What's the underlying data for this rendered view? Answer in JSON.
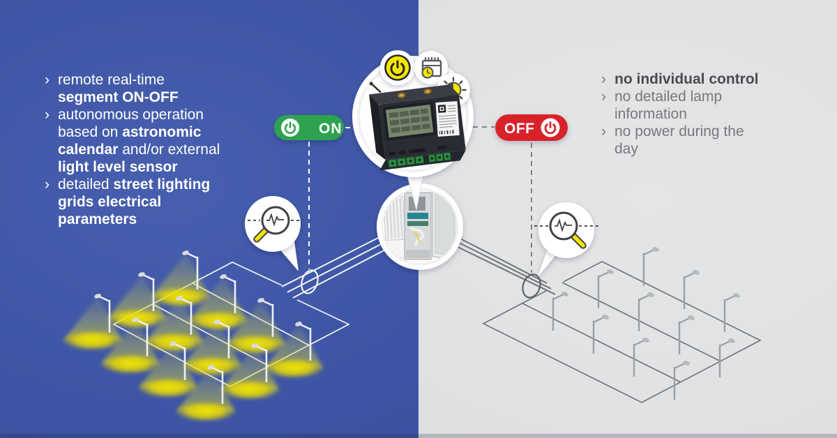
{
  "left_panel": {
    "bullet_char": "›",
    "bullets": [
      {
        "lines": [
          [
            {
              "text": "remote real-time"
            }
          ],
          [
            {
              "text": "segment ON-OFF",
              "bold": true
            }
          ]
        ]
      },
      {
        "lines": [
          [
            {
              "text": "autonomous operation"
            }
          ],
          [
            {
              "text": "based on "
            },
            {
              "text": "astronomic",
              "bold": true
            }
          ],
          [
            {
              "text": "calendar",
              "bold": true
            },
            {
              "text": " and/or external"
            }
          ],
          [
            {
              "text": "light level sensor",
              "bold": true
            }
          ]
        ]
      },
      {
        "lines": [
          [
            {
              "text": "detailed "
            },
            {
              "text": "street lighting",
              "bold": true
            }
          ],
          [
            {
              "text": "grids electrical",
              "bold": true
            }
          ],
          [
            {
              "text": "parameters",
              "bold": true
            }
          ]
        ]
      }
    ]
  },
  "right_panel": {
    "bullet_char": "›",
    "bullets": [
      {
        "lines": [
          [
            {
              "text": "no individual control",
              "bold": true
            }
          ]
        ]
      },
      {
        "lines": [
          [
            {
              "text": "no detailed lamp"
            }
          ],
          [
            {
              "text": "information"
            }
          ]
        ]
      },
      {
        "lines": [
          [
            {
              "text": "no power during the"
            }
          ],
          [
            {
              "text": "day"
            }
          ]
        ]
      }
    ]
  },
  "badges": {
    "on": "ON",
    "off": "OFF"
  },
  "scene": {
    "icons": [
      "power-icon",
      "calendar-schedule-icon",
      "day-night-icon",
      "grid-analysis-magnifier-icon",
      "segment-controller-photo",
      "street-cabinet-photo"
    ],
    "left_grid": {
      "lamps": 12,
      "state": "on"
    },
    "right_grid": {
      "lamps": 11,
      "state": "off"
    }
  },
  "colors": {
    "bg_left": "#3e56a5",
    "bg_right": "#e1e2e3",
    "accent_green": "#2da34f",
    "accent_red": "#d8232b",
    "accent_yellow": "#f3e600",
    "text_left": "#ffffff",
    "text_right": "#77787b"
  }
}
